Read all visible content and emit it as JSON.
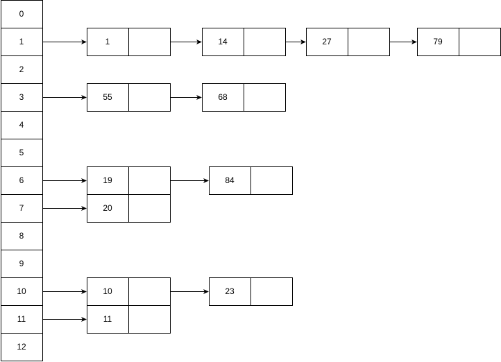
{
  "table": {
    "slots": [
      "0",
      "1",
      "2",
      "3",
      "4",
      "5",
      "6",
      "7",
      "8",
      "9",
      "10",
      "11",
      "12"
    ]
  },
  "chains": [
    {
      "slot": 1,
      "nodes": [
        "1",
        "14",
        "27",
        "79"
      ]
    },
    {
      "slot": 3,
      "nodes": [
        "55",
        "68"
      ]
    },
    {
      "slot": 6,
      "nodes": [
        "19",
        "84"
      ]
    },
    {
      "slot": 7,
      "nodes": [
        "20"
      ]
    },
    {
      "slot": 10,
      "nodes": [
        "10",
        "23"
      ]
    },
    {
      "slot": 11,
      "nodes": [
        "11"
      ]
    }
  ],
  "colors": {
    "stroke": "#000000",
    "fill": "#ffffff",
    "text": "#000000"
  }
}
